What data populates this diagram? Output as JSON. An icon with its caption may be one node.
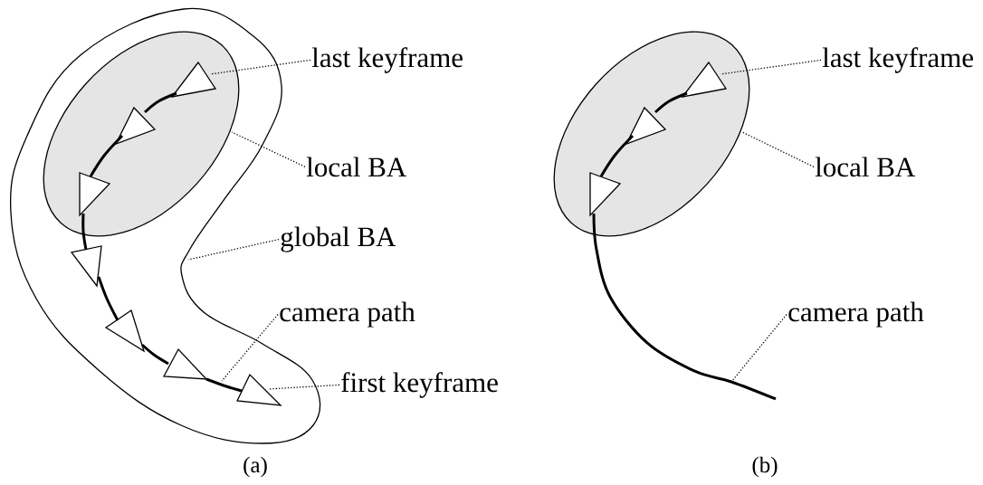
{
  "diagram": {
    "nodes": [
      {
        "text": [],
        "shape": "cloud"
      },
      {
        "text": [],
        "shape": "ellipse",
        "in": 0
      },
      {
        "text": [],
        "shape": "triangle",
        "in": 1
      },
      {
        "text": [],
        "shape": "triangle",
        "in": 1
      },
      {
        "text": [],
        "shape": "triangle",
        "in": 1
      },
      {
        "text": [],
        "shape": "triangle",
        "in": 0
      },
      {
        "text": [],
        "shape": "triangle",
        "in": 0
      },
      {
        "text": [],
        "shape": "triangle",
        "in": 0
      },
      {
        "text": [],
        "shape": "triangle",
        "in": 0
      },
      {
        "text": [
          "last keyframe"
        ]
      },
      {
        "text": [
          "local BA"
        ]
      },
      {
        "text": [
          "global BA"
        ]
      },
      {
        "text": [
          "camera path"
        ]
      },
      {
        "text": [
          "first keyframe"
        ]
      },
      {
        "text": [],
        "shape": "ellipse"
      },
      {
        "text": [],
        "shape": "triangle",
        "in": 14
      },
      {
        "text": [],
        "shape": "triangle",
        "in": 14
      },
      {
        "text": [],
        "shape": "triangle",
        "in": 14
      },
      {
        "text": [
          "last keyframe"
        ]
      },
      {
        "text": [
          "local BA"
        ]
      },
      {
        "text": [
          "camera path"
        ]
      }
    ],
    "edges": [
      {
        "from": 9,
        "to": 2,
        "arrow": "none",
        "style": "dashed"
      },
      {
        "from": 10,
        "to": 1,
        "arrow": "none",
        "style": "dashed"
      },
      {
        "from": 11,
        "to": 0,
        "arrow": "none",
        "style": "dashed"
      },
      {
        "from": 12,
        "to": null,
        "arrow": "none",
        "style": "dashed"
      },
      {
        "from": 13,
        "to": 8,
        "arrow": "none",
        "style": "dashed"
      },
      {
        "from": 18,
        "to": 15,
        "arrow": "none",
        "style": "dashed"
      },
      {
        "from": 19,
        "to": 14,
        "arrow": "none",
        "style": "dashed"
      },
      {
        "from": 20,
        "to": null,
        "arrow": "none",
        "style": "dashed"
      },
      {
        "from": 2,
        "to": 3,
        "arrow": "none"
      },
      {
        "from": 3,
        "to": 4,
        "arrow": "none"
      },
      {
        "from": 4,
        "to": 5,
        "arrow": "none"
      },
      {
        "from": 5,
        "to": 6,
        "arrow": "none"
      },
      {
        "from": 6,
        "to": 7,
        "arrow": "none"
      },
      {
        "from": 7,
        "to": 8,
        "arrow": "none"
      },
      {
        "from": 15,
        "to": 16,
        "arrow": "none"
      },
      {
        "from": 16,
        "to": 17,
        "arrow": "none"
      },
      {
        "from": 17,
        "to": null,
        "arrow": "none"
      }
    ],
    "labels": [
      "(a)",
      "(b)"
    ]
  }
}
